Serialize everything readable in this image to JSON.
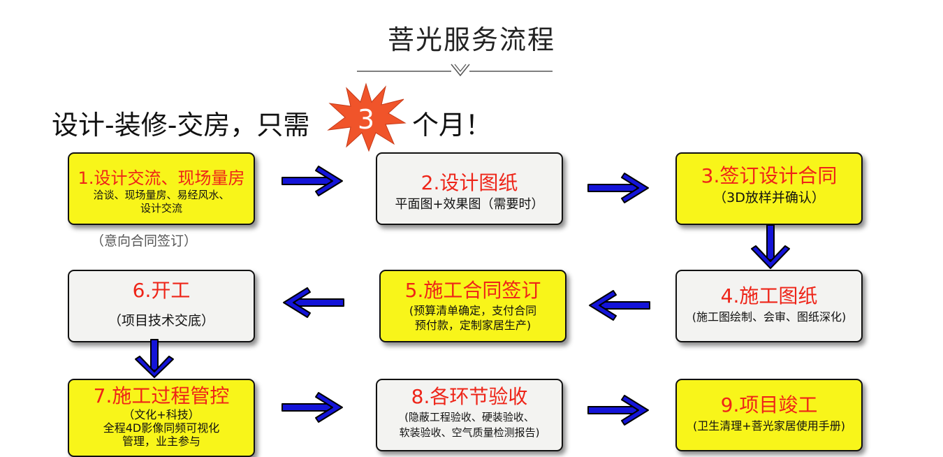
{
  "title": "菩光服务流程",
  "subtitle_before": "设计-装修-交房，只需",
  "subtitle_number": "3",
  "subtitle_after": "个月！",
  "colors": {
    "highlight_box": "#f8f51a",
    "plain_box": "#f3f3f1",
    "step_title": "#ee2418",
    "arrow": "#1414d8",
    "burst": "#f0542a"
  },
  "steps": [
    {
      "title": "1.设计交流、现场量房",
      "lines": [
        "洽谈、现场量房、易经风水、",
        "设计交流"
      ]
    },
    {
      "title": "2.设计图纸",
      "lines": [
        "平面图+效果图（需要时）"
      ]
    },
    {
      "title": "3.签订设计合同",
      "lines": [
        "（3D放样并确认）"
      ]
    },
    {
      "title": "4.施工图纸",
      "lines": [
        "(施工图绘制、会审、图纸深化)"
      ]
    },
    {
      "title": "5.施工合同签订",
      "lines": [
        "(预算清单确定，支付合同",
        "预付款，定制家居生产)"
      ]
    },
    {
      "title": "6.开工",
      "lines": [
        "（项目技术交底）"
      ]
    },
    {
      "title": "7.施工过程管控",
      "lines": [
        "（文化+科技）",
        "全程4D影像同频可视化",
        "管理，业主参与"
      ]
    },
    {
      "title": "8.各环节验收",
      "lines": [
        "(隐蔽工程验收、硬装验收、",
        "软装验收、空气质量检测报告)"
      ]
    },
    {
      "title": "9.项目竣工",
      "lines": [
        "(卫生清理+菩光家居使用手册)"
      ]
    }
  ],
  "note": "（意向合同签订）"
}
